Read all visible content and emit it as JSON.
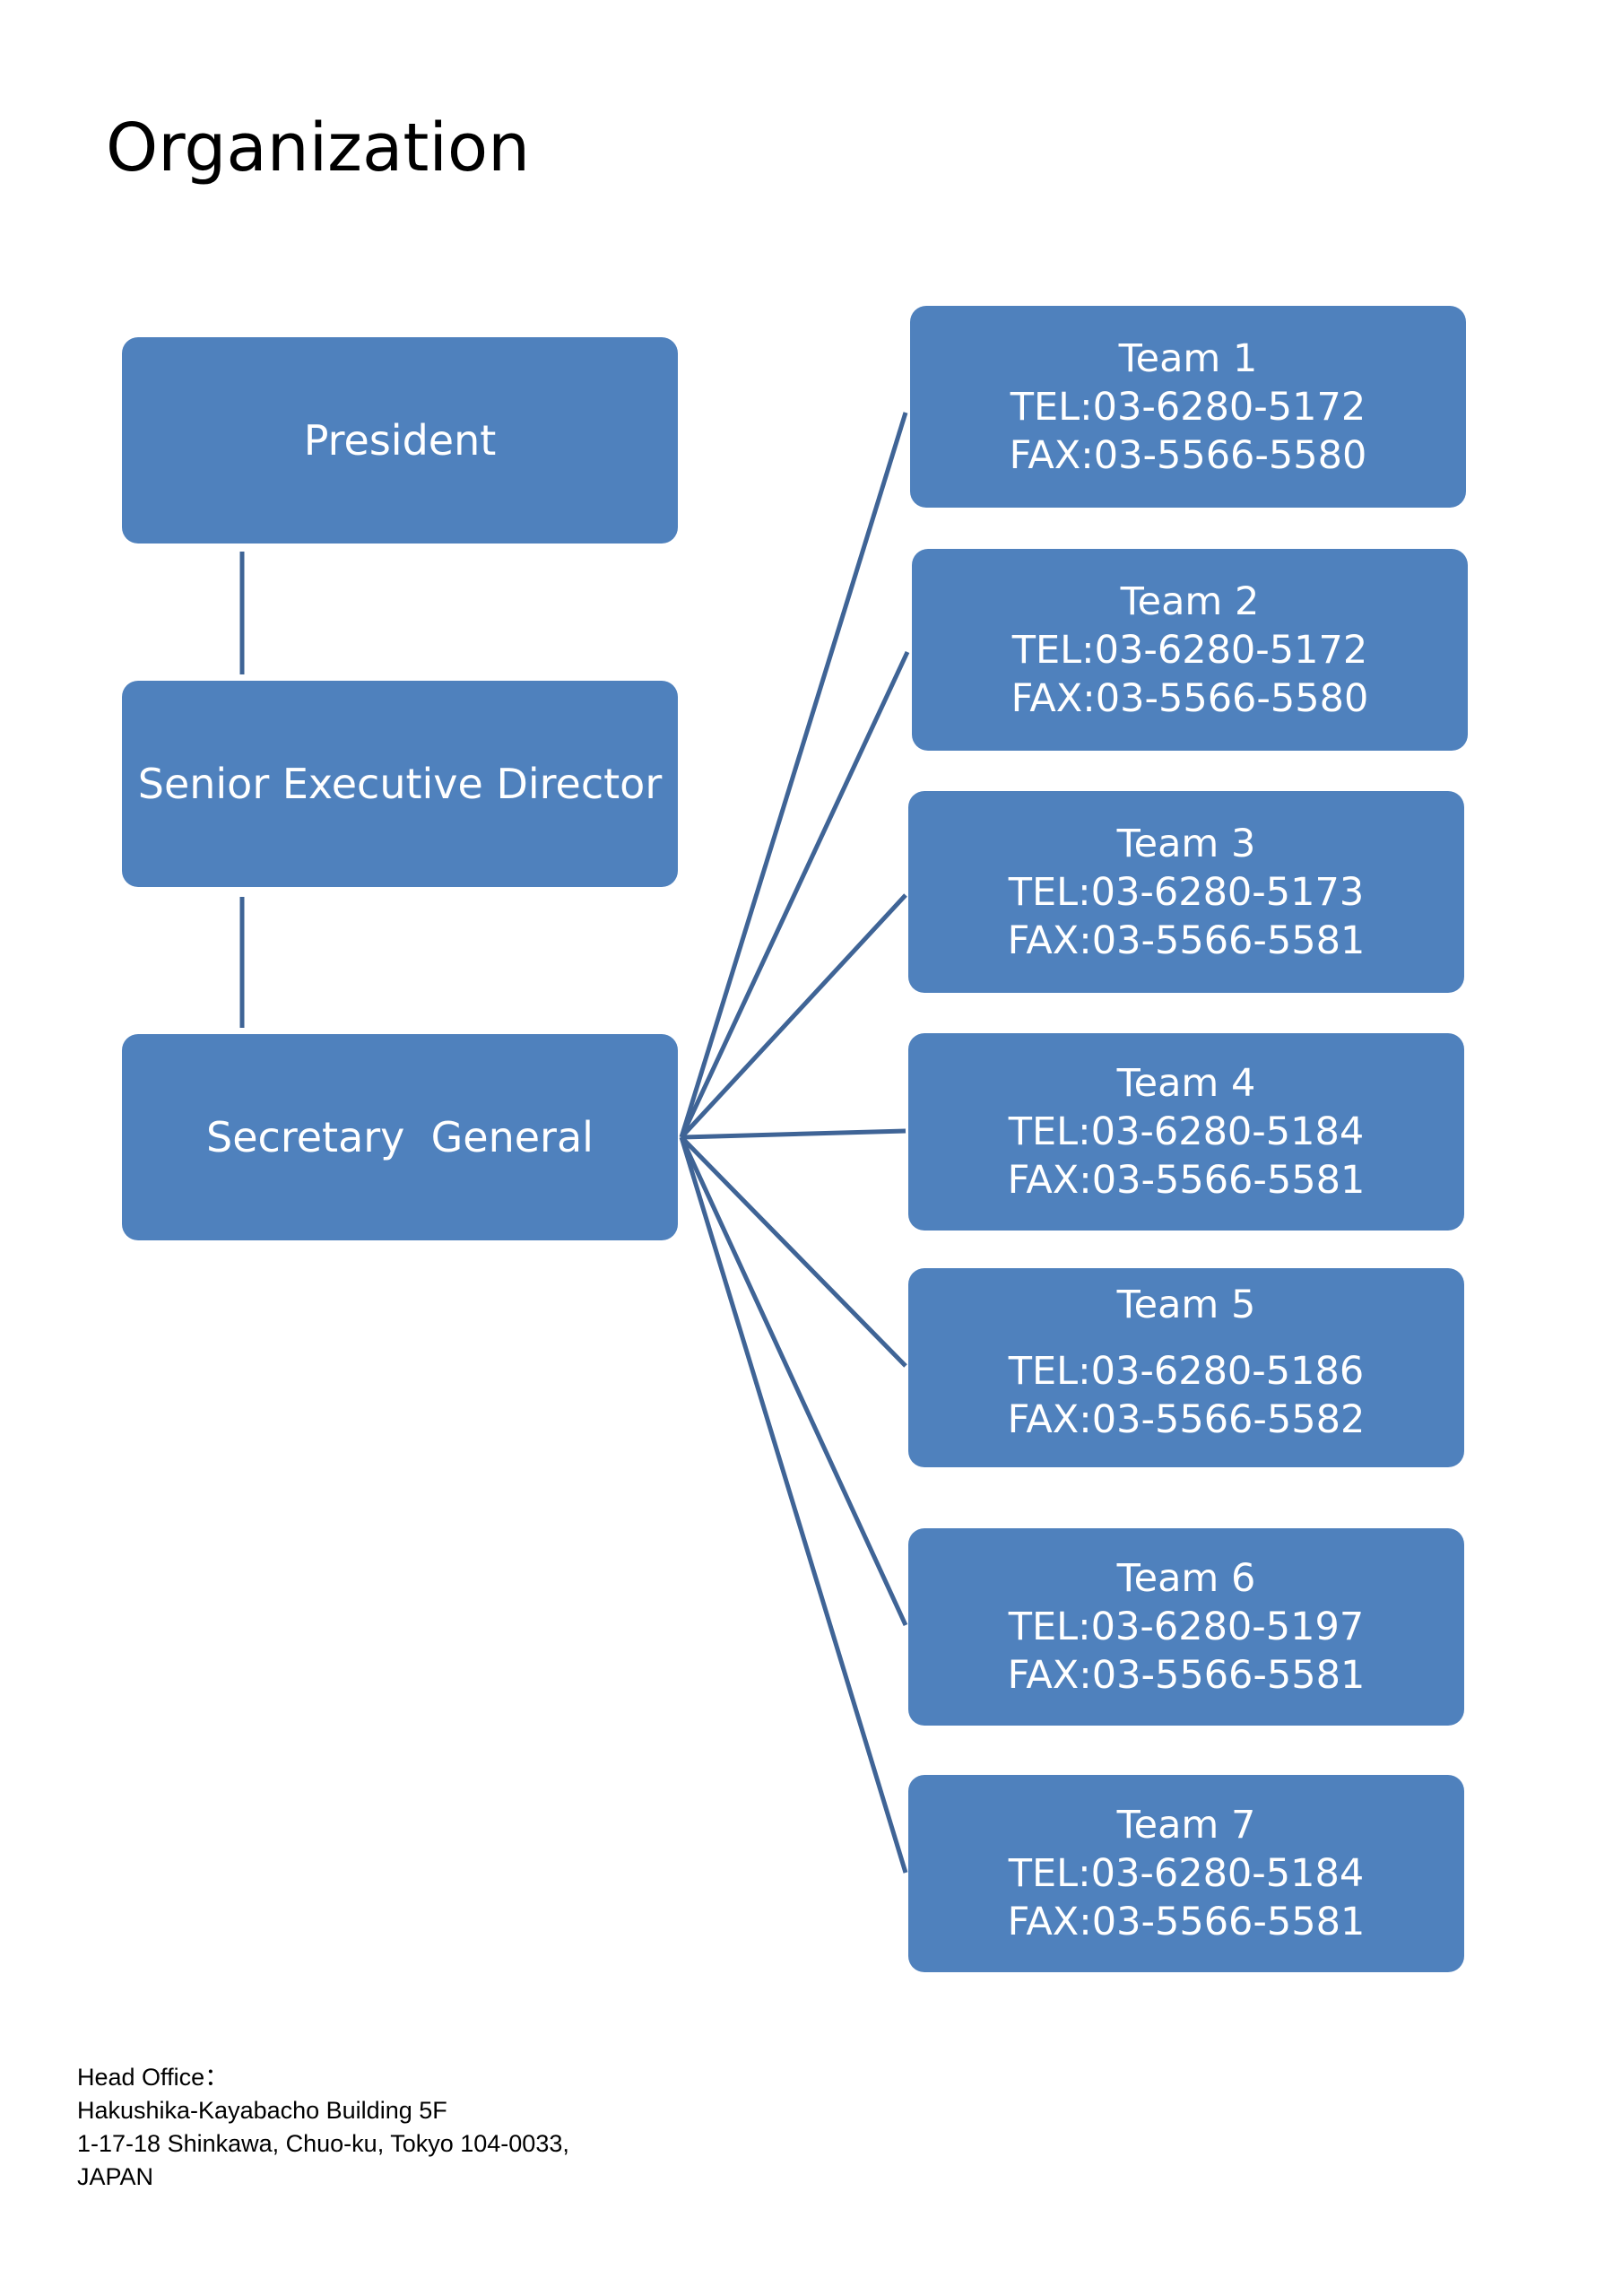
{
  "title": "Organization",
  "colors": {
    "box_fill": "#4f81bd",
    "connector": "#3f6496",
    "text_on_box": "#ffffff"
  },
  "roles": [
    {
      "label": "President"
    },
    {
      "label": "Senior Executive Director"
    },
    {
      "label": "Secretary  General"
    }
  ],
  "teams": [
    {
      "name": "Team 1",
      "tel": "TEL:03-6280-5172",
      "fax": "FAX:03-5566-5580"
    },
    {
      "name": "Team 2",
      "tel": "TEL:03-6280-5172",
      "fax": "FAX:03-5566-5580"
    },
    {
      "name": "Team 3",
      "tel": "TEL:03-6280-5173",
      "fax": "FAX:03-5566-5581"
    },
    {
      "name": "Team 4",
      "tel": "TEL:03-6280-5184",
      "fax": "FAX:03-5566-5581"
    },
    {
      "name": "Team 5",
      "tel": "TEL:03-6280-5186",
      "fax": "FAX:03-5566-5582"
    },
    {
      "name": "Team 6",
      "tel": "TEL:03-6280-5197",
      "fax": "FAX:03-5566-5581"
    },
    {
      "name": "Team 7",
      "tel": "TEL:03-6280-5184",
      "fax": "FAX:03-5566-5581"
    }
  ],
  "footer": {
    "heading": "Head Office：",
    "building": "Hakushika-Kayabacho Building 5F",
    "address": "1-17-18 Shinkawa, Chuo-ku, Tokyo 104-0033,",
    "country": "JAPAN"
  }
}
